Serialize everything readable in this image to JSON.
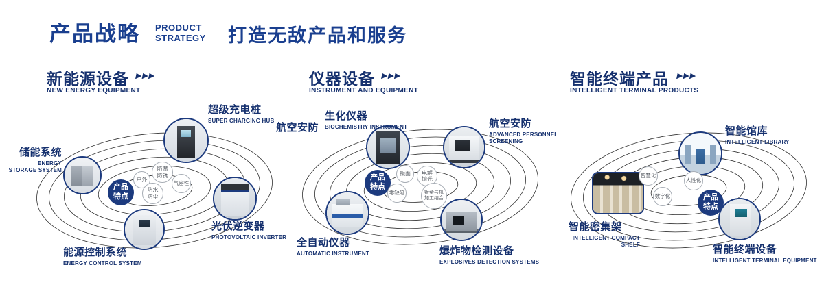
{
  "header": {
    "title": "产品战略",
    "subtitle_line1": "PRODUCT",
    "subtitle_line2": "STRATEGY",
    "slogan": "打造无敌产品和服务",
    "accent_color": "#1a3f8f"
  },
  "icons": {
    "arrows_glyph": "▶▶▶"
  },
  "badge_label": "产品特点",
  "sections": [
    {
      "title": "新能源设备",
      "subtitle_en": "NEW ENERGY EQUIPMENT",
      "items": [
        {
          "label": "超级充电桩",
          "label_en": "SUPER CHARGING HUB"
        },
        {
          "label": "储能系统",
          "label_en": "ENERGY STORAGE SYSTEM"
        },
        {
          "label": "光伏逆变器",
          "label_en": "PHOTOVOLTAIC INVERTER"
        },
        {
          "label": "能源控制系统",
          "label_en": "ENERGY CONTROL SYSTEM"
        }
      ],
      "features": [
        "户外",
        "防腐防锈",
        "气密性",
        "防水防尘"
      ]
    },
    {
      "title": "仪器设备",
      "subtitle_en": "INSTRUMENT AND EQUIPMENT",
      "side_label": "航空安防",
      "items": [
        {
          "label": "生化仪器",
          "label_en": "BIOCHEMISTRY INSTRUMENT"
        },
        {
          "label": "航空安防",
          "label_en": "ADVANCED PERSONNEL SCREENING"
        },
        {
          "label": "全自动仪器",
          "label_en": "AUTOMATIC INSTRUMENT"
        },
        {
          "label": "爆炸物检测设备",
          "label_en": "EXPLOSIVES DETECTION SYSTEMS"
        }
      ],
      "features": [
        "镜面",
        "电解抛光",
        "零缺陷",
        "钣金与机加工结合"
      ]
    },
    {
      "title": "智能终端产品",
      "subtitle_en": "INTELLIGENT TERMINAL PRODUCTS",
      "items": [
        {
          "label": "智能馆库",
          "label_en": "INTELLIGENT LIBRARY"
        },
        {
          "label": "智能密集架",
          "label_en": "INTELLIGENT COMPACT SHELF"
        },
        {
          "label": "智能终端设备",
          "label_en": "INTELLIGENT TERMINAL EQUIPMENT"
        }
      ],
      "features": [
        "智慧化",
        "人性化",
        "数字化"
      ]
    }
  ]
}
